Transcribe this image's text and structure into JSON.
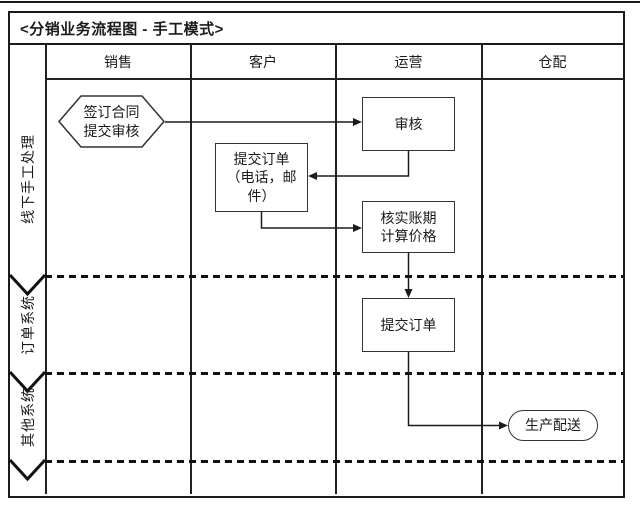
{
  "title": "<分销业务流程图 - 手工模式>",
  "lanes": {
    "columns": [
      "销售",
      "客户",
      "运营",
      "仓配"
    ],
    "rows": [
      "线下手工处理",
      "订单系统",
      "其他系统"
    ]
  },
  "nodes": {
    "sign_contract": "签订合同\n提交审核",
    "review": "审核",
    "submit_order_manual": "提交订单\n（电话，邮\n件）",
    "verify_terms": "核实账期\n计算价格",
    "submit_order_system": "提交订单",
    "production_delivery": "生产配送"
  },
  "colors": {
    "line": "#1b1b1b",
    "background": "#ffffff"
  }
}
